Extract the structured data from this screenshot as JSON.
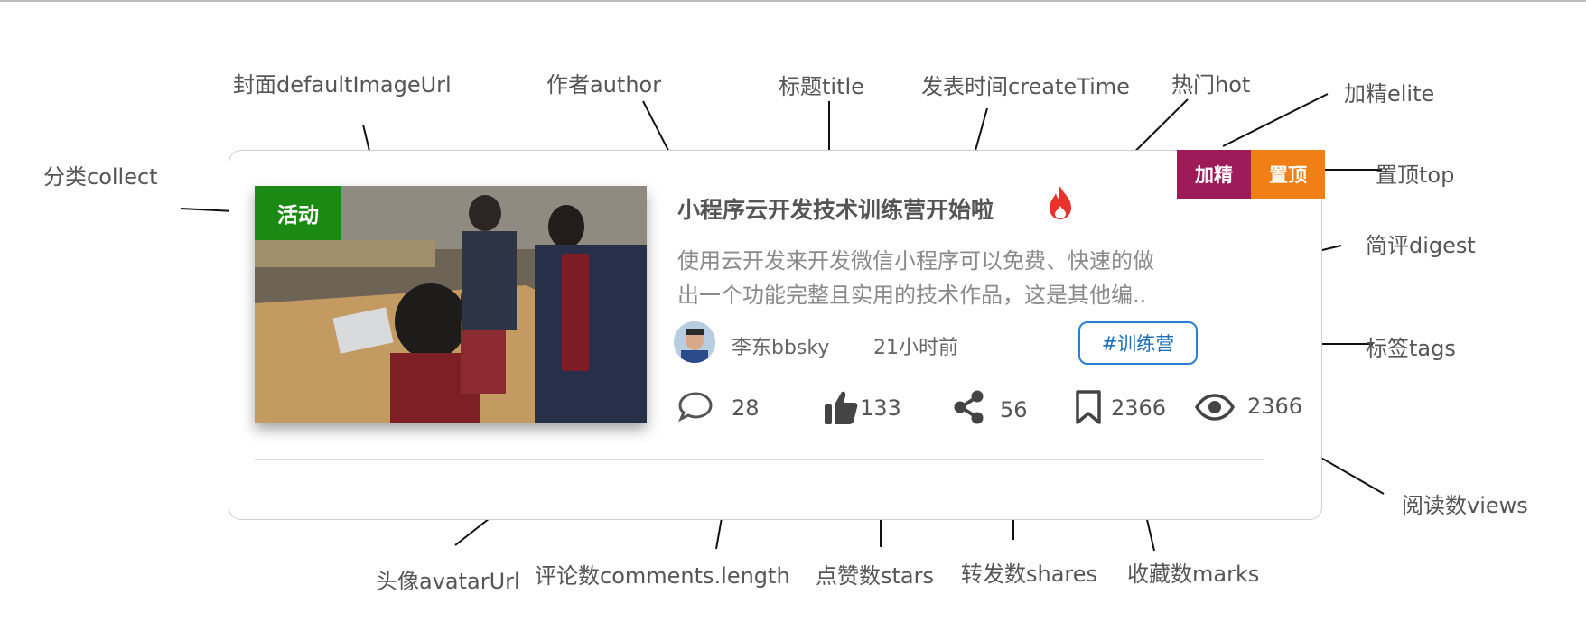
{
  "labels": {
    "collect": "分类collect",
    "cover": "封面defaultImageUrl",
    "author": "作者author",
    "title": "标题title",
    "create_time": "发表时间createTime",
    "hot": "热门hot",
    "elite": "加精elite",
    "top": "置顶top",
    "digest": "简评digest",
    "tags": "标签tags",
    "views": "阅读数views",
    "avatar": "头像avatarUrl",
    "comments": "评论数comments.length",
    "stars": "点赞数stars",
    "shares": "转发数shares",
    "marks": "收藏数marks"
  },
  "card": {
    "category": "活动",
    "elite_badge": "加精",
    "top_badge": "置顶",
    "title": "小程序云开发技术训练营开始啦",
    "digest_line1": "使用云开发来开发微信小程序可以免费、快速的做",
    "digest_line2": "出一个功能完整且实用的技术作品，这是其他编..",
    "author": "李东bbsky",
    "time": "21小时前",
    "tag": "#训练营",
    "comments": "28",
    "stars": "133",
    "shares": "56",
    "marks": "2366",
    "views": "2366"
  },
  "colors": {
    "category_bg": "#1a8a14",
    "elite_bg": "#9c1b58",
    "top_bg": "#f07f15",
    "tag_border": "#2a7fd0",
    "hot_icon": "#e8322b"
  },
  "icons": [
    "hot-flame-icon",
    "comment-icon",
    "thumbs-up-icon",
    "share-icon",
    "bookmark-icon",
    "eye-icon"
  ]
}
